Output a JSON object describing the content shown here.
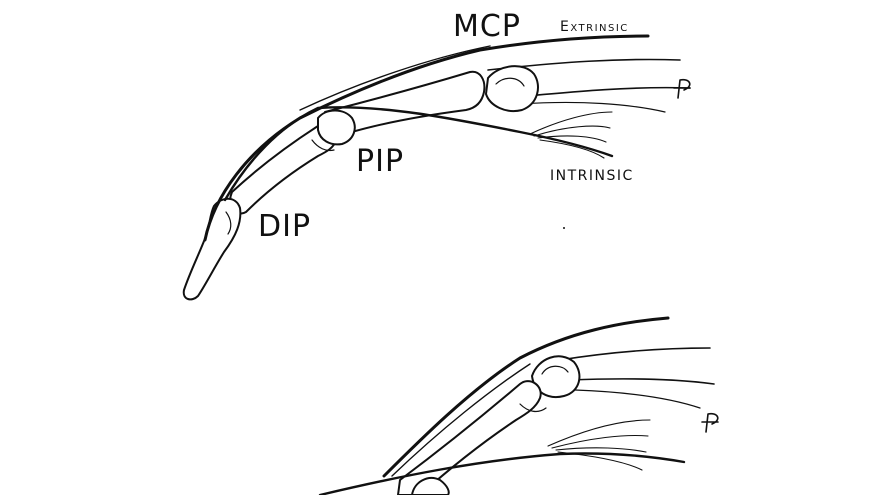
{
  "labels": {
    "mcp": "MCP",
    "pip": "PIP",
    "dip": "DIP",
    "extrinsic": "Extrinsic",
    "intrinsic": "INTRINSIC"
  },
  "signature": "P",
  "colors": {
    "ink": "#111111",
    "background": "#ffffff"
  }
}
